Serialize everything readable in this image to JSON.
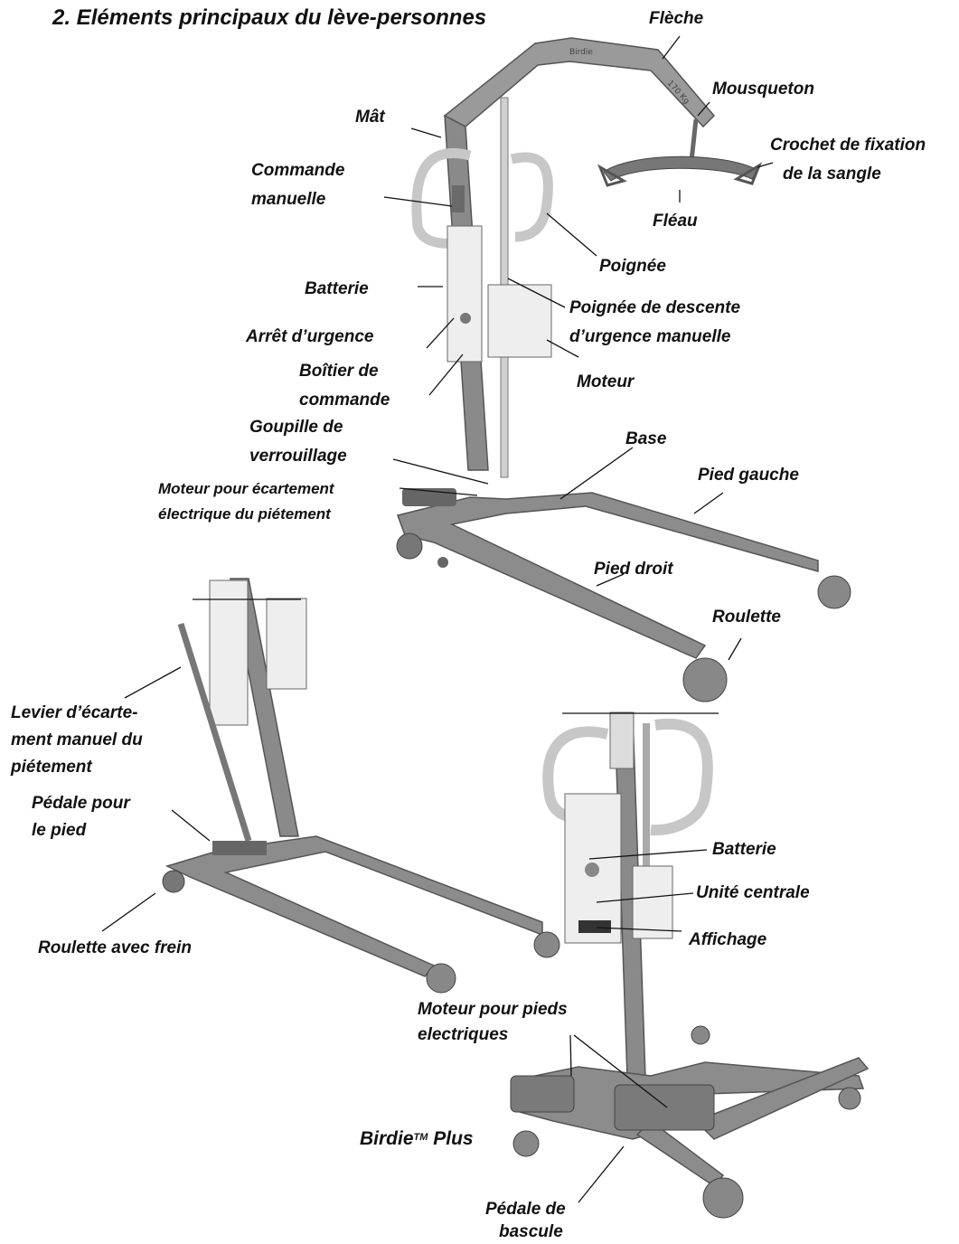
{
  "title": "2.  Eléments principaux du lève-personnes",
  "colors": {
    "frame": "#8c8c8c",
    "frame_dark": "#5e5e5e",
    "white_part": "#ececec",
    "text": "#111111"
  },
  "labels": {
    "fleche": "Flèche",
    "mousqueton": "Mousqueton",
    "mat": "Mât",
    "crochet_1": "Crochet de fixation",
    "crochet_2": "de la sangle",
    "commande_1": "Commande",
    "commande_2": "manuelle",
    "fleau": "Fléau",
    "poignee": "Poignée",
    "batterie": "Batterie",
    "poignee_descente_1": "Poignée de descente",
    "poignee_descente_2": "d’urgence manuelle",
    "arret": "Arrêt d’urgence",
    "boitier_1": "Boîtier de",
    "boitier_2": "commande",
    "moteur": "Moteur",
    "goupille_1": "Goupille de",
    "goupille_2": "verrouillage",
    "base": "Base",
    "pied_gauche": "Pied gauche",
    "moteur_ecart_1": "Moteur pour écartement",
    "moteur_ecart_2": "électrique du piétement",
    "pied_droit": "Pied droit",
    "roulette": "Roulette",
    "levier_1": "Levier d’écarte-",
    "levier_2": "ment manuel du",
    "levier_3": "piétement",
    "pedale_pied_1": "Pédale pour",
    "pedale_pied_2": "le pied",
    "roulette_frein": "Roulette avec frein",
    "batterie_2": "Batterie",
    "unite": "Unité centrale",
    "affichage": "Affichage",
    "moteur_pieds_1": "Moteur pour pieds",
    "moteur_pieds_2": "electriques",
    "birdie": "Birdie",
    "birdie_tm": "TM",
    "birdie_plus": "Plus",
    "pedale_bascule_1": "Pédale de",
    "pedale_bascule_2": "bascule"
  },
  "product_marks": {
    "boom_brand": "Birdie",
    "boom_load": "170 Kg"
  }
}
